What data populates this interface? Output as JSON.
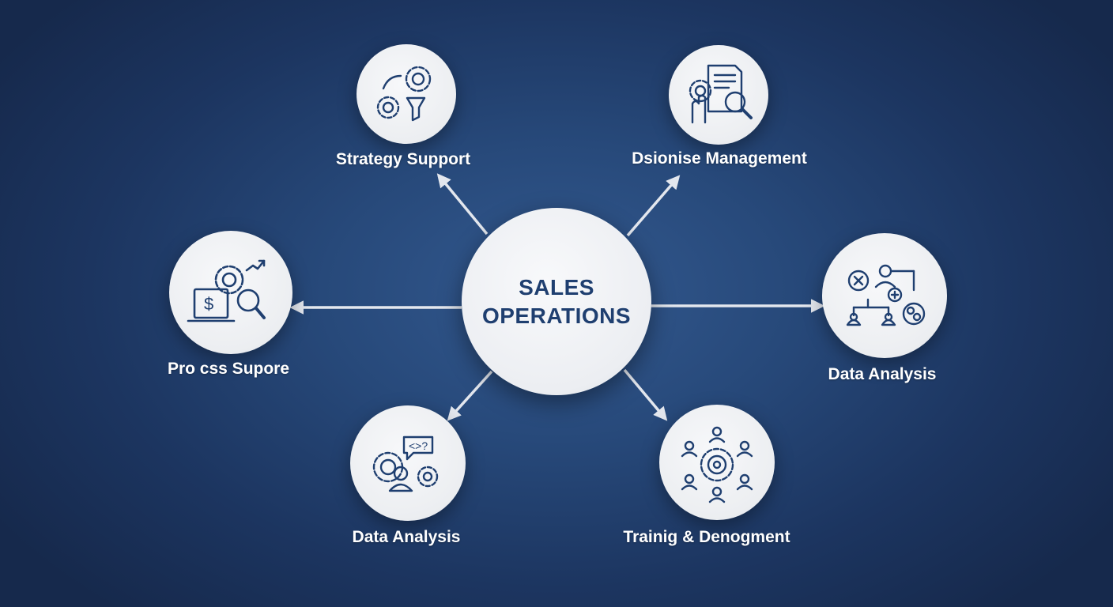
{
  "center": {
    "line1": "SALES",
    "line2": "OPERATIONS"
  },
  "nodes": [
    {
      "label": "Strategy Support",
      "icon": "gears-funnel-icon"
    },
    {
      "label": "Dsionise Management",
      "icon": "document-magnifier-icon"
    },
    {
      "label": "Pro css Supore",
      "icon": "laptop-dollar-gear-icon"
    },
    {
      "label": "Data Analysis",
      "icon": "flowchart-people-icon"
    },
    {
      "label": "Data Analysis",
      "icon": "chat-gears-person-icon"
    },
    {
      "label": "Trainig & Denogment",
      "icon": "team-target-gear-icon"
    }
  ],
  "colors": {
    "background": "#27497a",
    "icon_stroke": "#1f3f70",
    "node_fill": "#eceef1",
    "arrow": "#dfe4ec",
    "label": "#ffffff"
  }
}
